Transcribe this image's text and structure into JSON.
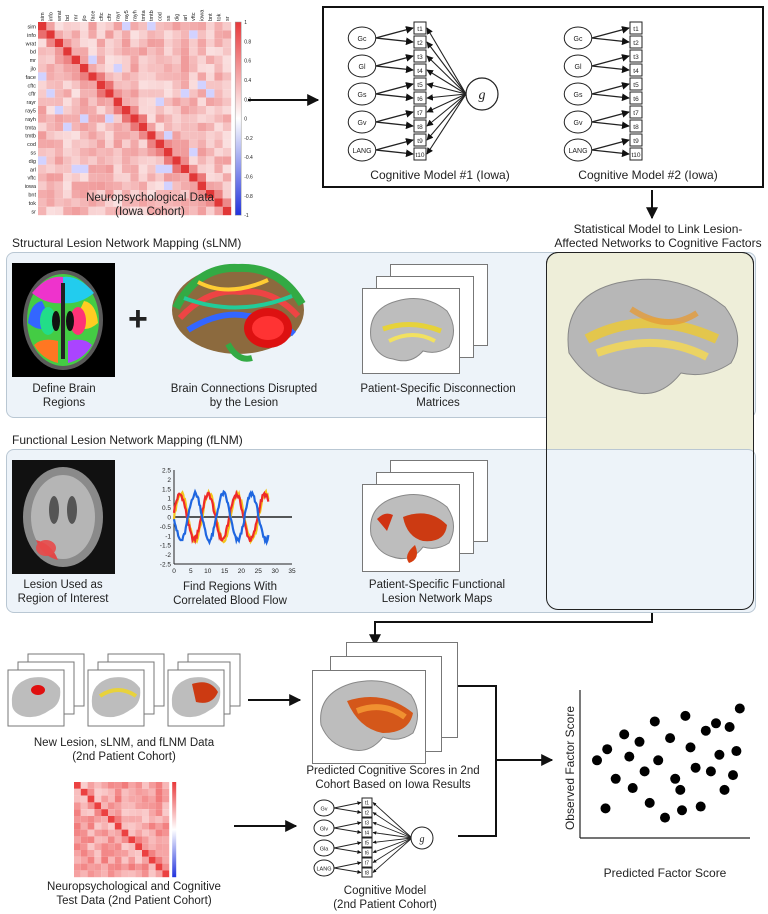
{
  "matrix_top": {
    "caption_line1": "Neuropsychological Data",
    "caption_line2": "(Iowa Cohort)",
    "row_labels": [
      "sim",
      "info",
      "wrat",
      "bd",
      "mr",
      "jlo",
      "face",
      "cftc",
      "cftr",
      "rayr",
      "ray5",
      "rayh",
      "tmta",
      "tmtb",
      "cod",
      "ss",
      "dig",
      "arl",
      "vftc",
      "iowa",
      "bnt",
      "tok",
      "sr"
    ],
    "scale_ticks": [
      "1",
      "0.8",
      "0.6",
      "0.4",
      "0.2",
      "0",
      "-0.2",
      "-0.4",
      "-0.6",
      "-0.8",
      "-1"
    ]
  },
  "cog_models": {
    "model1_label": "Cognitive Model #1 (Iowa)",
    "model2_label": "Cognitive Model #2 (Iowa)",
    "factors": [
      "Gc",
      "Gl",
      "Gs",
      "Gv",
      "LANG"
    ],
    "tests": [
      "t1",
      "t2",
      "t3",
      "t4",
      "t5",
      "t6",
      "t7",
      "t8",
      "t9",
      "t10"
    ],
    "g_label": "g"
  },
  "stat_model_label_line1": "Statistical Model to Link Lesion-",
  "stat_model_label_line2": "Affected Networks to Cognitive Factors",
  "slnm": {
    "title": "Structural Lesion Network Mapping (sLNM)",
    "plus": "+",
    "step1_line1": "Define Brain",
    "step1_line2": "Regions",
    "step2_line1": "Brain Connections Disrupted",
    "step2_line2": "by the Lesion",
    "step3_line1": "Patient-Specific Disconnection",
    "step3_line2": "Matrices"
  },
  "flnm": {
    "title": "Functional Lesion Network Mapping (fLNM)",
    "step1_line1": "Lesion Used as",
    "step1_line2": "Region of Interest",
    "step2_line1": "Find Regions With",
    "step2_line2": "Correlated Blood Flow",
    "step3_line1": "Patient-Specific Functional",
    "step3_line2": "Lesion Network Maps",
    "yticks": [
      "2.5",
      "2",
      "1.5",
      "1",
      "0.5",
      "0",
      "-0.5",
      "-1",
      "-1.5",
      "-2",
      "-2.5"
    ],
    "xticks": [
      "0",
      "5",
      "10",
      "15",
      "20",
      "25",
      "30",
      "35"
    ]
  },
  "bottom": {
    "new_data_line1": "New Lesion, sLNM, and fLNM Data",
    "new_data_line2": "(2nd Patient Cohort)",
    "predicted_line1": "Predicted Cognitive Scores in 2nd",
    "predicted_line2": "Cohort Based on Iowa Results",
    "neuro_line1": "Neuropsychological and Cognitive",
    "neuro_line2": "Test Data (2nd Patient Cohort)",
    "model_line1": "Cognitive Model",
    "model_line2": "(2nd Patient Cohort)",
    "factors2": [
      "Gv",
      "Glv",
      "Gla",
      "LANG"
    ],
    "tests2": [
      "t1",
      "t2",
      "t3",
      "t4",
      "t5",
      "t6",
      "t7",
      "t8"
    ],
    "g_label": "g"
  },
  "chart_data": {
    "type": "scatter",
    "xlabel": "Predicted Factor Score",
    "ylabel": "Observed Factor Score",
    "points": [
      [
        1,
        4.2
      ],
      [
        1.5,
        1.6
      ],
      [
        2.1,
        3.2
      ],
      [
        2.6,
        5.6
      ],
      [
        2.9,
        4.4
      ],
      [
        3.1,
        2.7
      ],
      [
        3.5,
        5.2
      ],
      [
        3.8,
        3.6
      ],
      [
        4.1,
        1.9
      ],
      [
        4.4,
        6.3
      ],
      [
        4.6,
        4.2
      ],
      [
        5.0,
        1.1
      ],
      [
        5.3,
        5.4
      ],
      [
        5.6,
        3.2
      ],
      [
        5.9,
        2.6
      ],
      [
        6.2,
        6.6
      ],
      [
        6.5,
        4.9
      ],
      [
        6.8,
        3.8
      ],
      [
        7.1,
        1.7
      ],
      [
        7.4,
        5.8
      ],
      [
        7.7,
        3.6
      ],
      [
        8.0,
        6.2
      ],
      [
        8.2,
        4.5
      ],
      [
        8.5,
        2.6
      ],
      [
        8.8,
        6.0
      ],
      [
        9.0,
        3.4
      ],
      [
        9.2,
        4.7
      ],
      [
        9.4,
        7.0
      ],
      [
        1.6,
        4.8
      ],
      [
        6.0,
        1.5
      ]
    ],
    "xlim": [
      0,
      10
    ],
    "ylim": [
      0,
      8
    ]
  },
  "colors": {
    "panel_bg": "#edf3f9",
    "stat_bg": "#eeeed9",
    "matrix_red": "#e8383a",
    "matrix_blue": "#2233dd"
  }
}
